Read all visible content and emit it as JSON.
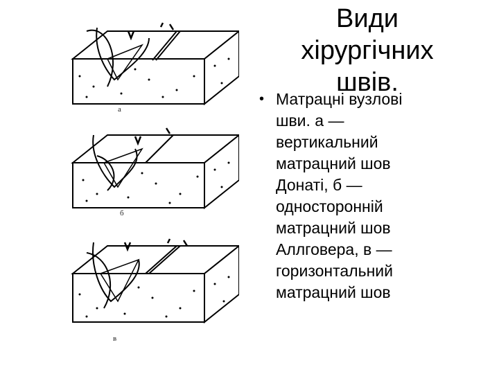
{
  "slide": {
    "title_lines": [
      "Види",
      "хірургічних",
      "швів."
    ],
    "bullets": [
      {
        "lines": [
          "Матрацні вузлові",
          "шви. а —",
          "вертикальний",
          "матрацний шов",
          "Донаті, б —",
          "односторонній",
          "матрацний шов",
          "Аллговера, в —",
          "горизонтальний",
          "матрацний шов"
        ]
      }
    ],
    "figure_labels": [
      "а",
      "б",
      "в"
    ]
  }
}
